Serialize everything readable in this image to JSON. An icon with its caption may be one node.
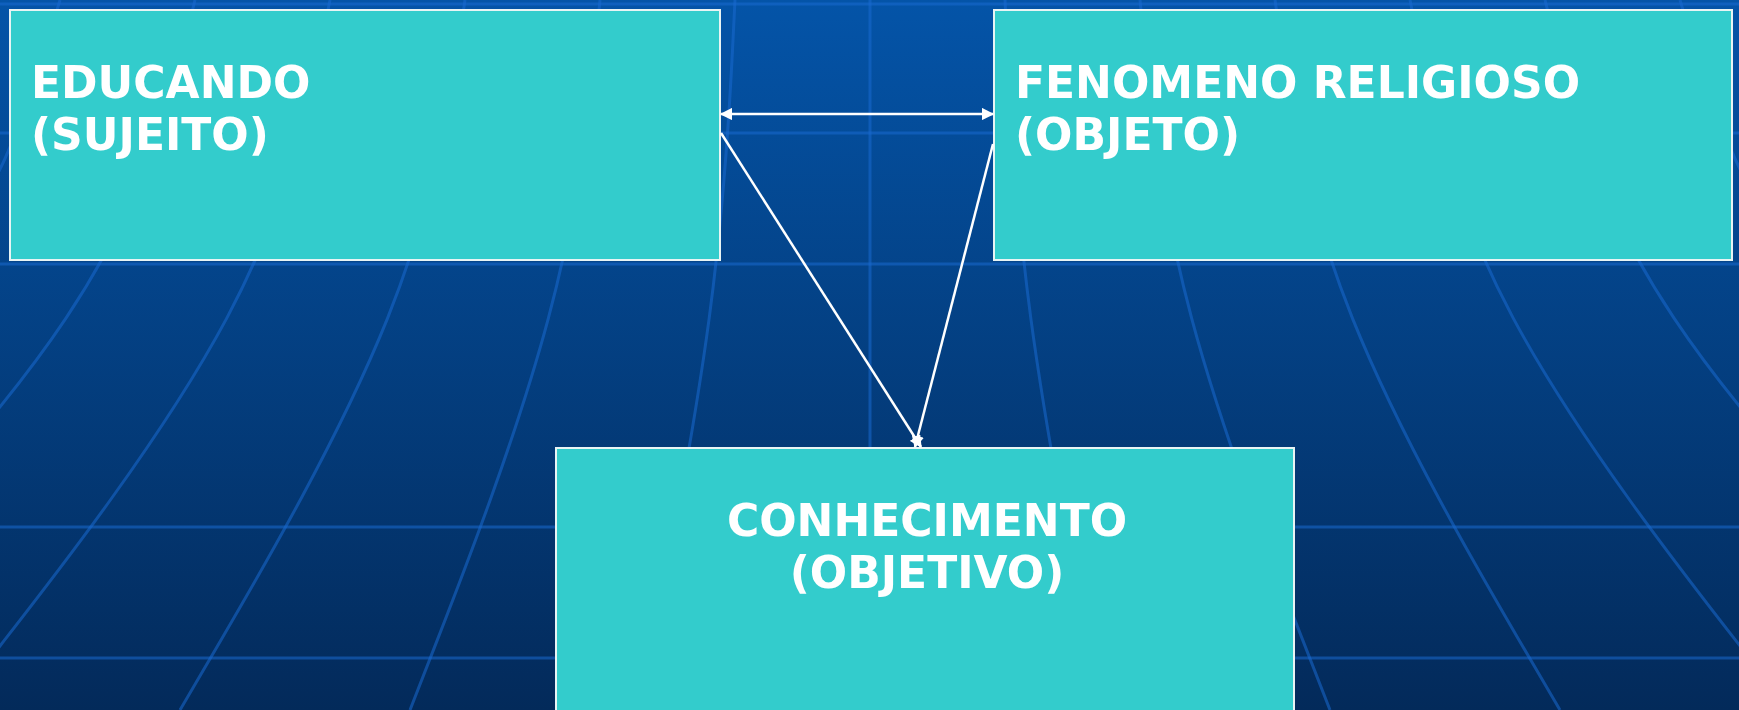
{
  "diagram": {
    "nodes": [
      {
        "text": [
          "EDUCANDO (SUJEITO)"
        ]
      },
      {
        "text": [
          "FENOMENO RELIGIOSO (OBJETO)"
        ]
      },
      {
        "text": [
          "CONHECIMENTO (OBJETIVO)"
        ]
      }
    ],
    "edges": [
      {
        "from": 0,
        "to": 1,
        "arrow": "both"
      },
      {
        "from": 0,
        "to": 2,
        "arrow": "to"
      },
      {
        "from": 1,
        "to": 2,
        "arrow": "to"
      }
    ]
  }
}
